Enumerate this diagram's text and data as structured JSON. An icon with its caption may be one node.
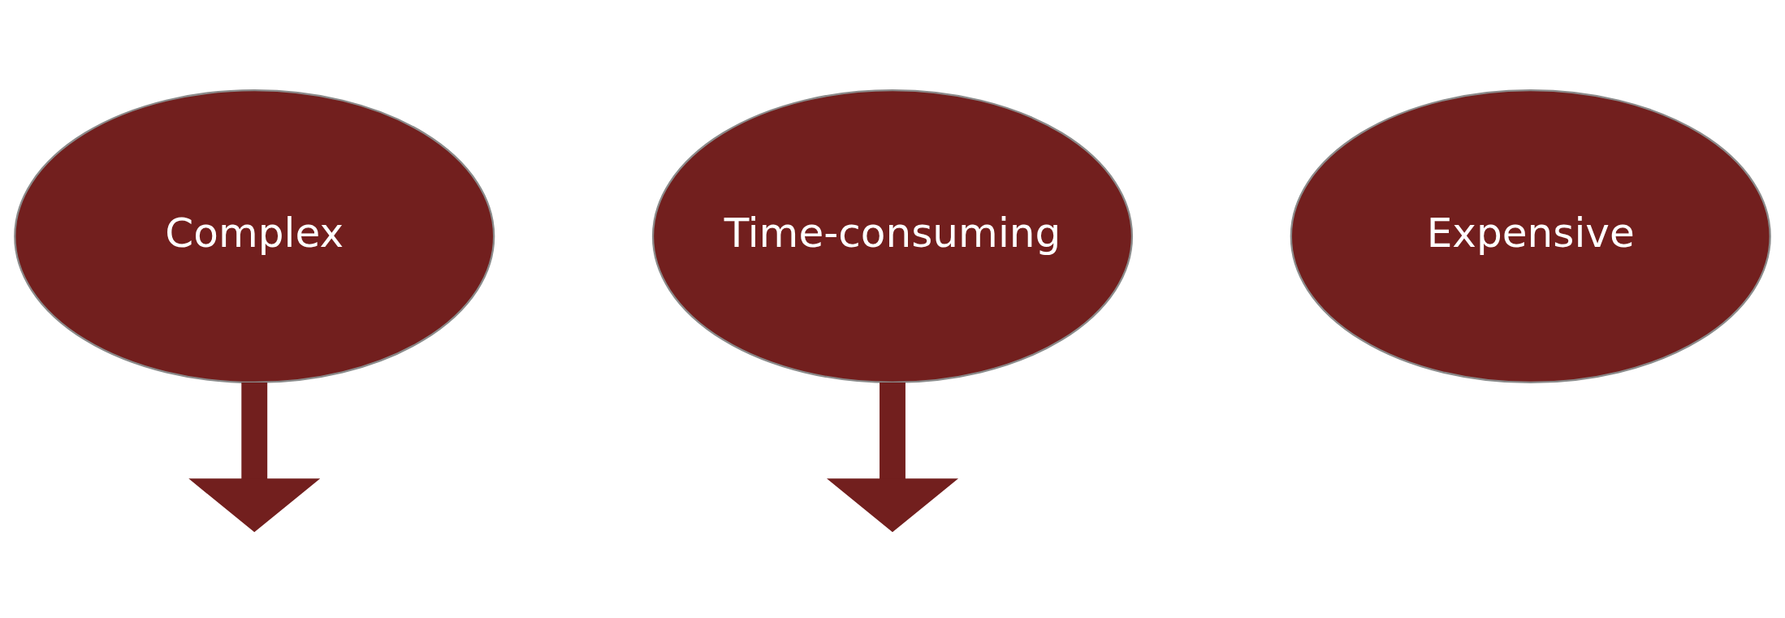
{
  "diagram": {
    "nodes": [
      {
        "text": [
          "Complex"
        ]
      },
      {
        "text": [
          "Time-consuming"
        ]
      },
      {
        "text": [
          "Expensive"
        ]
      }
    ],
    "edges": [
      {
        "from": 0,
        "to": null,
        "arrow": "to"
      },
      {
        "from": 1,
        "to": null,
        "arrow": "to"
      }
    ]
  }
}
